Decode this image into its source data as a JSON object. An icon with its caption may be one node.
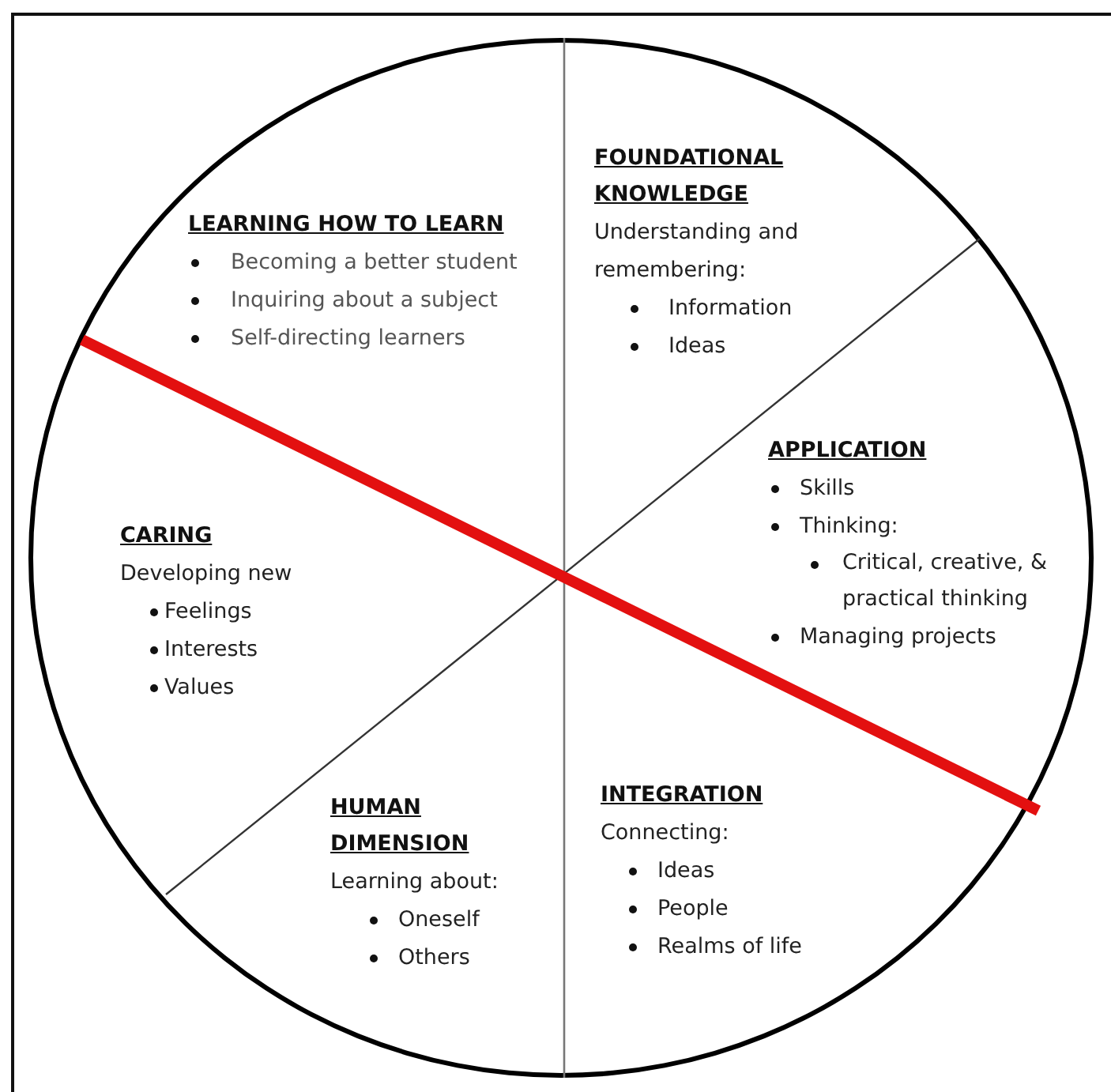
{
  "diagram": {
    "nodes": [
      {
        "text": [],
        "shape": "circle"
      },
      {
        "text": [
          "FOUNDATIONAL KNOWLEDGE",
          "Understanding and remembering:",
          "Information",
          "Ideas"
        ],
        "in": 0
      },
      {
        "text": [
          "LEARNING HOW TO LEARN",
          "Becoming a better student",
          "Inquiring about a subject",
          "Self-directing learners"
        ],
        "in": 0
      },
      {
        "text": [
          "APPLICATION",
          "Skills",
          "Thinking:",
          "Critical, creative, & practical thinking",
          "Managing projects"
        ],
        "in": 0
      },
      {
        "text": [
          "CARING",
          "Developing new",
          "Feelings",
          "Interests",
          "Values"
        ],
        "in": 0
      },
      {
        "text": [
          "INTEGRATION",
          "Connecting:",
          "Ideas",
          "People",
          "Realms of life"
        ],
        "in": 0
      },
      {
        "text": [
          "HUMAN DIMENSION",
          "Learning about:",
          "Oneself",
          "Others"
        ],
        "in": 0
      }
    ]
  }
}
